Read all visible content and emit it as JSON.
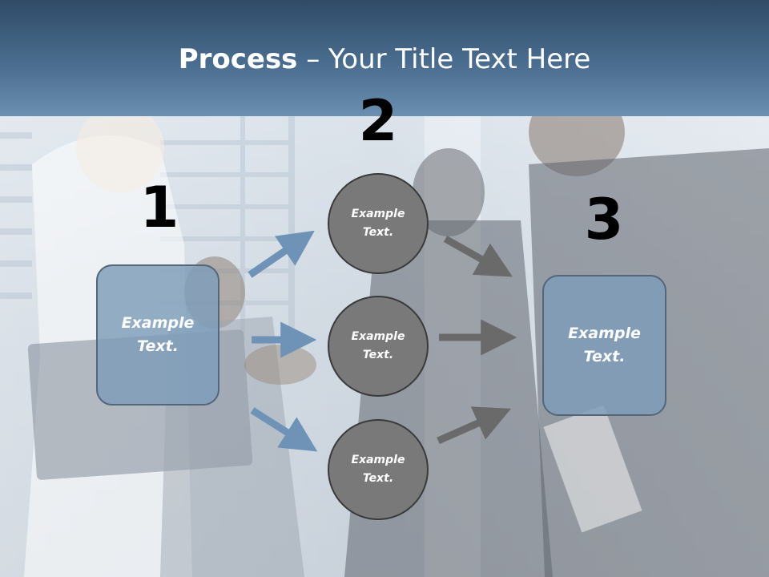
{
  "slide": {
    "title_bold": "Process",
    "title_rest": " – Your Title Text Here"
  },
  "steps": [
    {
      "number": "1"
    },
    {
      "number": "2"
    },
    {
      "number": "3"
    }
  ],
  "left_box": {
    "text": "Example Text."
  },
  "right_box": {
    "text": "Example Text."
  },
  "circles": [
    {
      "text": "Example Text."
    },
    {
      "text": "Example Text."
    },
    {
      "text": "Example Text."
    }
  ],
  "colors": {
    "header_top": "#2f4b66",
    "header_bottom": "#6b8fb1",
    "box_fill": "#7e9cba",
    "box_border": "#53667a",
    "circle_fill": "#797979",
    "circle_border": "#3a3a3a",
    "arrow_blue": "#6f93b6",
    "arrow_gray": "#6a6a6a"
  }
}
